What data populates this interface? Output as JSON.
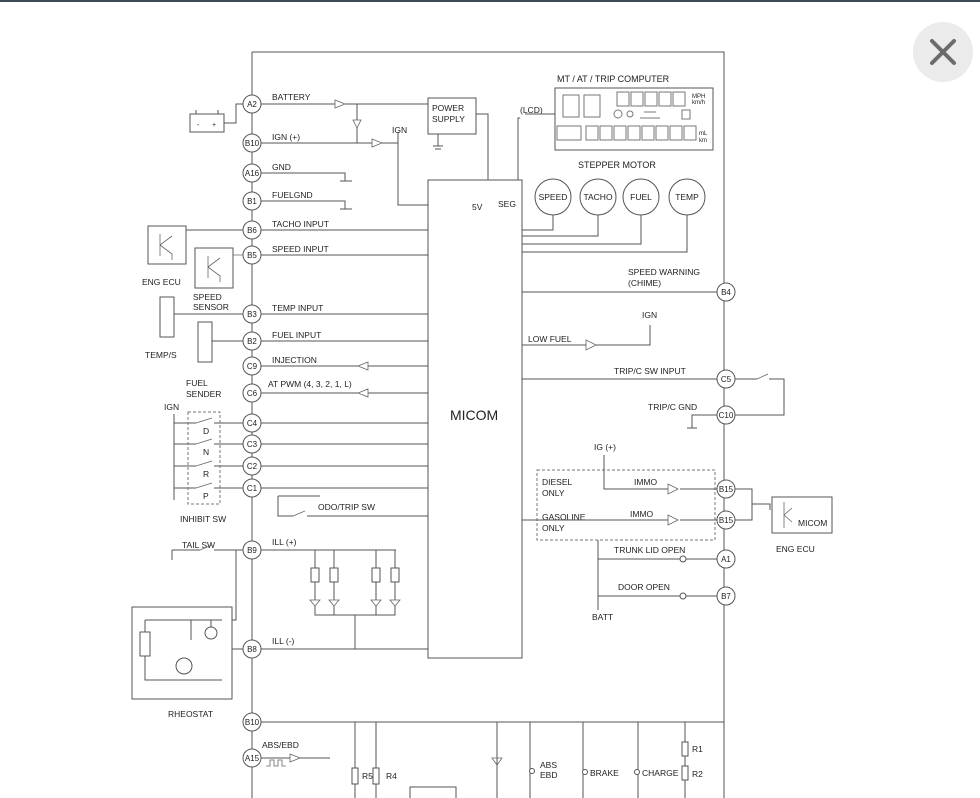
{
  "window": {
    "close_icon": "close-icon"
  },
  "diagram": {
    "title": "MT / AT / TRIP COMPUTER",
    "lcd": "(LCD)",
    "power_supply": [
      "POWER",
      "SUPPLY"
    ],
    "micom": "MICOM",
    "v5": "5V",
    "seg": "SEG",
    "stepper_motor": "STEPPER MOTOR",
    "gauges": [
      "SPEED",
      "TACHO",
      "FUEL",
      "TEMP"
    ],
    "pins_left": [
      "A2",
      "B10",
      "A16",
      "B1",
      "B6",
      "B5",
      "B3",
      "B2",
      "C9",
      "C6",
      "C4",
      "C3",
      "C2",
      "C1",
      "B9",
      "B8",
      "B10",
      "A15"
    ],
    "left_signals": {
      "battery": "BATTERY",
      "ign_plus": "IGN (+)",
      "ign": "IGN",
      "gnd": "GND",
      "fuelgnd": "FUELGND",
      "tacho_input": "TACHO INPUT",
      "speed_input": "SPEED INPUT",
      "temp_input": "TEMP INPUT",
      "fuel_input": "FUEL INPUT",
      "injection": "INJECTION",
      "at_pwm": "AT PWM (4, 3, 2, 1, L)",
      "odo_trip_sw": "ODO/TRIP SW",
      "ill_plus": "ILL (+)",
      "ill_minus": "ILL (-)",
      "abs_ebd": "ABS/EBD"
    },
    "left_components": {
      "eng_ecu": "ENG ECU",
      "speed_sensor": [
        "SPEED",
        "SENSOR"
      ],
      "temp_s": "TEMP/S",
      "fuel_sender": [
        "FUEL",
        "SENDER"
      ],
      "ign": "IGN",
      "inhibit_positions": [
        "D",
        "N",
        "R",
        "P"
      ],
      "inhibit_sw": "INHIBIT SW",
      "tail_sw": "TAIL SW",
      "rheostat": "RHEOSTAT"
    },
    "right_signals": {
      "speed_warning": [
        "SPEED WARNING",
        "(CHIME)"
      ],
      "low_fuel": "LOW FUEL",
      "ign": "IGN",
      "trip_c_sw_input": "TRIP/C SW INPUT",
      "trip_c_gnd": "TRIP/C GND",
      "ig_plus": "IG (+)",
      "diesel_only": [
        "DIESEL",
        "ONLY"
      ],
      "gasoline_only": [
        "GASOLINE",
        "ONLY"
      ],
      "immo": "IMMO",
      "trunk_lid_open": "TRUNK LID OPEN",
      "door_open": "DOOR OPEN",
      "batt": "BATT",
      "eng_ecu": "ENG ECU",
      "micom": "MICOM"
    },
    "pins_right": [
      "B4",
      "C5",
      "C10",
      "B15",
      "B15",
      "A1",
      "B7"
    ],
    "bottom_labels": {
      "r5": "R5",
      "r4": "R4",
      "abs_ebd": [
        "ABS",
        "EBD"
      ],
      "brake": "BRAKE",
      "charge": "CHARGE",
      "r1": "R1",
      "r2": "R2"
    },
    "lcd_units": [
      "MPH",
      "km/h",
      "mL",
      "km"
    ]
  }
}
